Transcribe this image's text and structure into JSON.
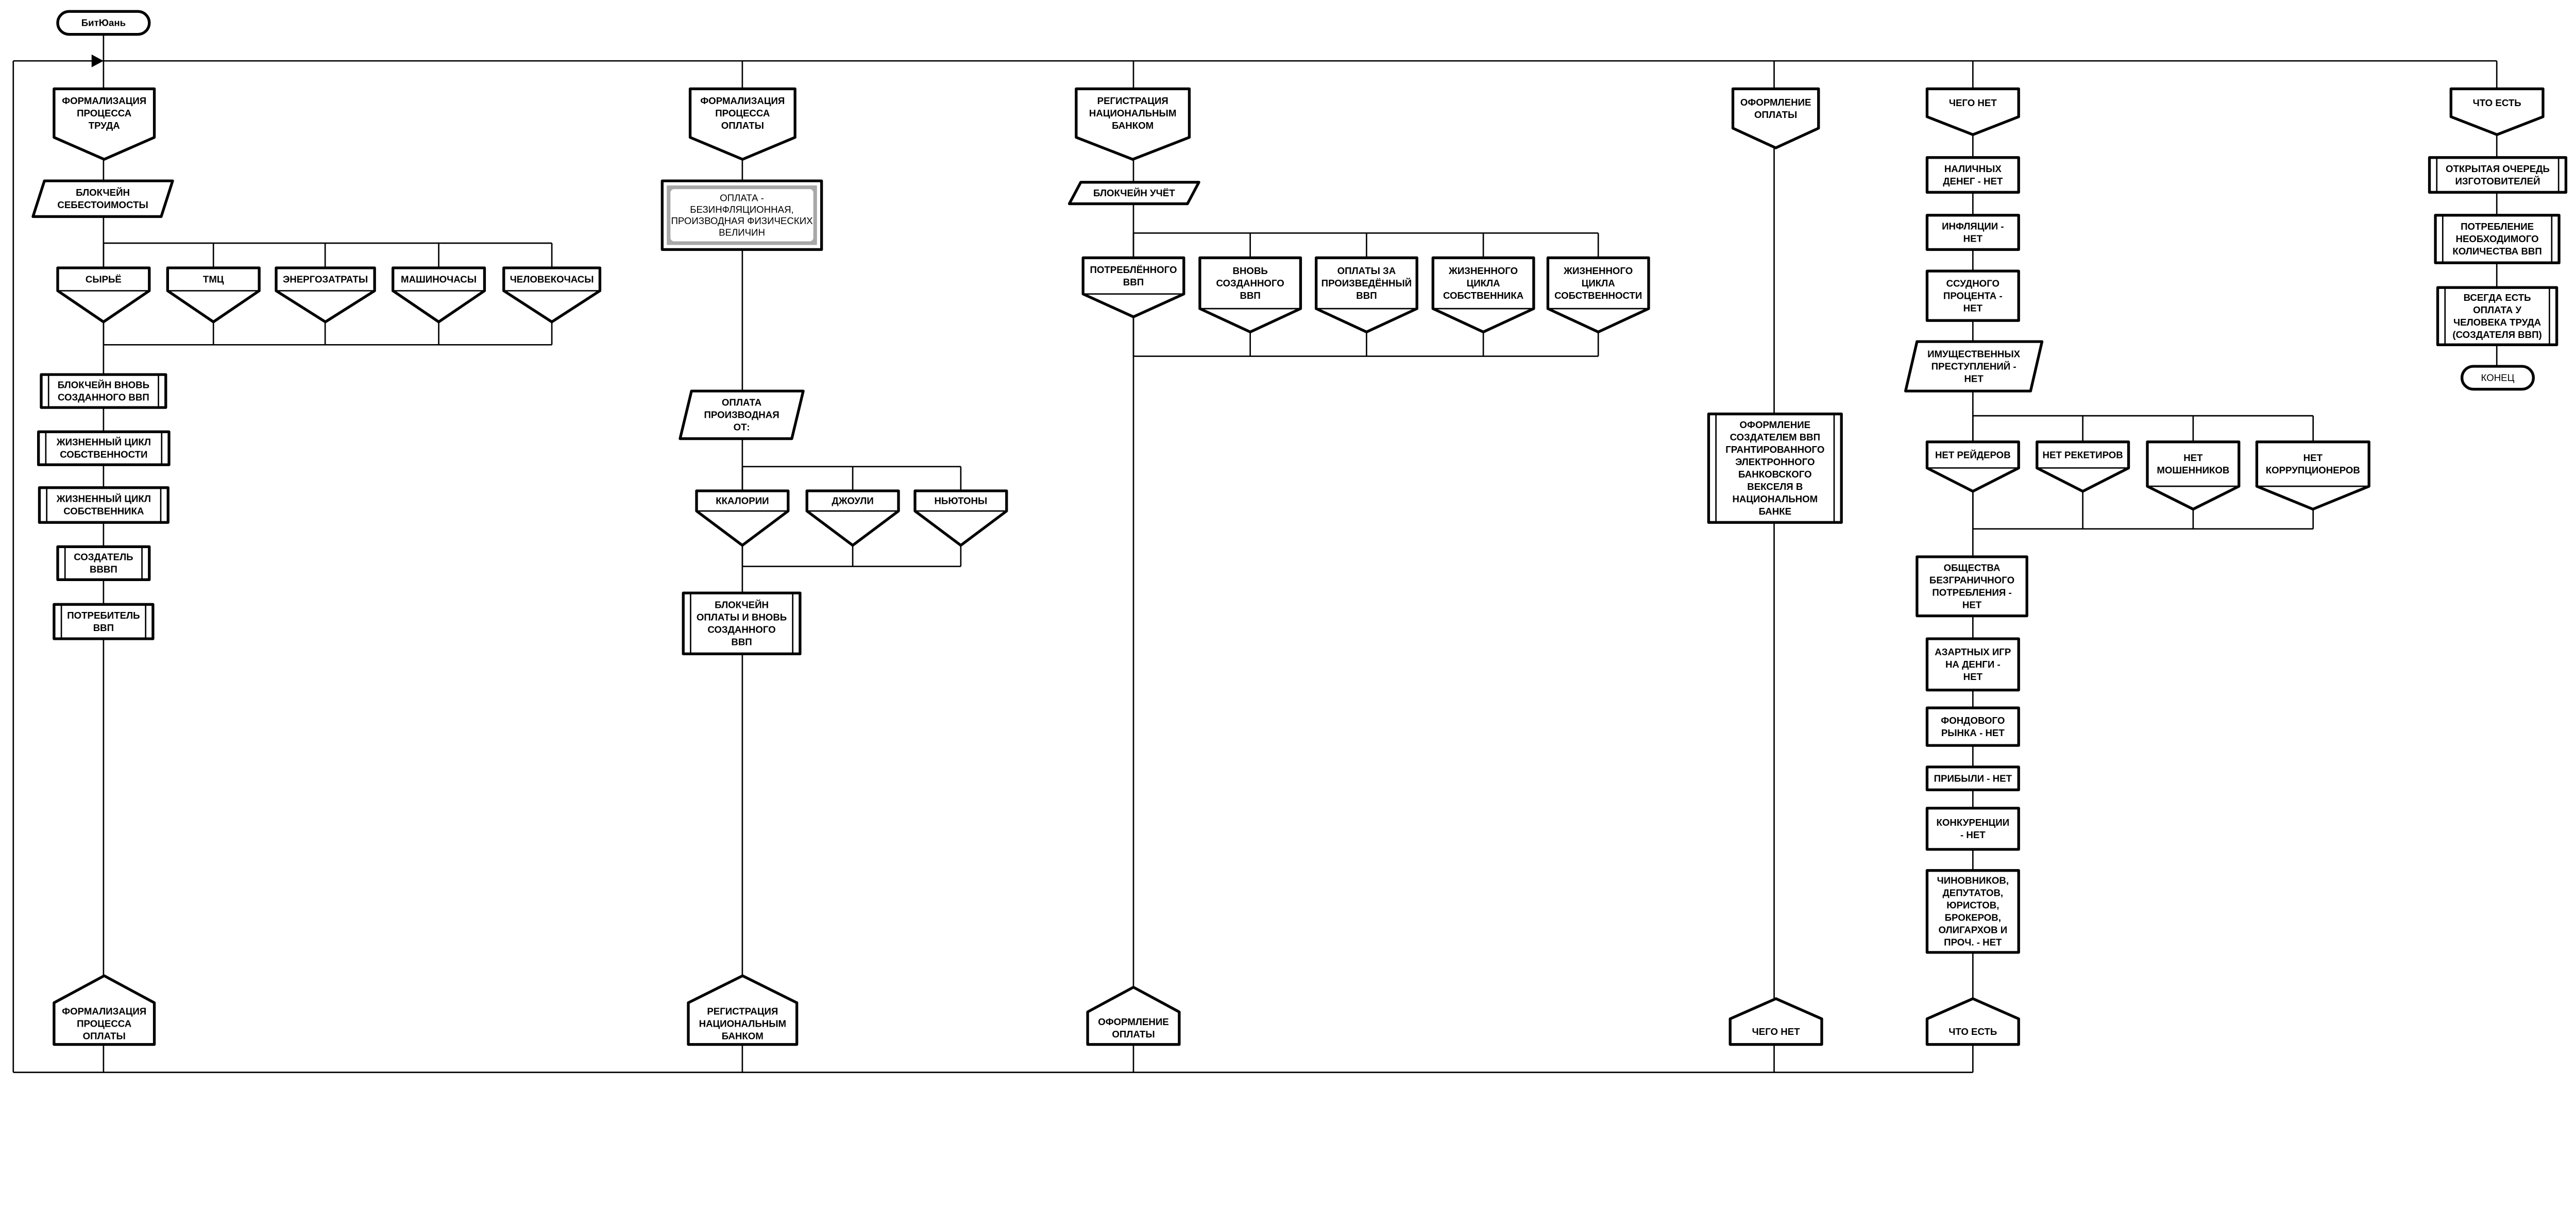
{
  "diagram": {
    "nodes": {
      "start": [
        "БитЮань"
      ],
      "c1_header": [
        "ФОРМАЛИЗАЦИЯ",
        "ПРОЦЕССА",
        "ТРУДА"
      ],
      "c1_io": [
        "БЛОКЧЕЙН",
        "СЕБЕСТОИМОСТЫ"
      ],
      "c1_case1": [
        "СЫРЬЁ"
      ],
      "c1_case2": [
        "ТМЦ"
      ],
      "c1_case3": [
        "ЭНЕРГОЗАТРАТЫ"
      ],
      "c1_case4": [
        "МАШИНОЧАСЫ"
      ],
      "c1_case5": [
        "ЧЕЛОВЕКОЧАСЫ"
      ],
      "c1_ins1": [
        "БЛОКЧЕЙН ВНОВЬ",
        "СОЗДАННОГО ВВП"
      ],
      "c1_ins2": [
        "ЖИЗНЕННЫЙ ЦИКЛ",
        "СОБСТВЕННОСТИ"
      ],
      "c1_ins3": [
        "ЖИЗНЕННЫЙ ЦИКЛ",
        "СОБСТВЕННИКА"
      ],
      "c1_ins4": [
        "СОЗДАТЕЛЬ",
        "ВВВП"
      ],
      "c1_ins5": [
        "ПОТРЕБИТЕЛЬ",
        "ВВП"
      ],
      "c1_address": [
        "ФОРМАЛИЗАЦИЯ",
        "ПРОЦЕССА",
        "ОПЛАТЫ"
      ],
      "c2_header": [
        "ФОРМАЛИЗАЦИЯ",
        "ПРОЦЕССА",
        "ОПЛАТЫ"
      ],
      "c2_comment": [
        "ОПЛАТА -",
        "БЕЗИНФЛЯЦИОННАЯ,",
        "ПРОИЗВОДНАЯ ФИЗИЧЕСКИХ",
        "ВЕЛИЧИН"
      ],
      "c2_io": [
        "ОПЛАТА",
        "ПРОИЗВОДНАЯ",
        "ОТ:"
      ],
      "c2_case1": [
        "ККАЛОРИИ"
      ],
      "c2_case2": [
        "ДЖОУЛИ"
      ],
      "c2_case3": [
        "НЬЮТОНЫ"
      ],
      "c2_ins1": [
        "БЛОКЧЕЙН",
        "ОПЛАТЫ И ВНОВЬ",
        "СОЗДАННОГО",
        "ВВП"
      ],
      "c2_address": [
        "РЕГИСТРАЦИЯ",
        "НАЦИОНАЛЬНЫМ",
        "БАНКОМ"
      ],
      "c3_header": [
        "РЕГИСТРАЦИЯ",
        "НАЦИОНАЛЬНЫМ",
        "БАНКОМ"
      ],
      "c3_io": [
        "БЛОКЧЕЙН УЧЁТ"
      ],
      "c3_case1": [
        "ПОТРЕБЛЁННОГО",
        "ВВП"
      ],
      "c3_case2": [
        "ВНОВЬ",
        "СОЗДАННОГО",
        "ВВП"
      ],
      "c3_case3": [
        "ОПЛАТЫ ЗА",
        "ПРОИЗВЕДЁННЫЙ",
        "ВВП"
      ],
      "c3_case4": [
        "ЖИЗНЕННОГО",
        "ЦИКЛА",
        "СОБСТВЕННИКА"
      ],
      "c3_case5": [
        "ЖИЗНЕННОГО",
        "ЦИКЛА",
        "СОБСТВЕННОСТИ"
      ],
      "c3_address": [
        "ОФОРМЛЕНИЕ",
        "ОПЛАТЫ"
      ],
      "c4_header": [
        "ОФОРМЛЕНИЕ",
        "ОПЛАТЫ"
      ],
      "c4_ins1": [
        "ОФОРМЛЕНИЕ",
        "СОЗДАТЕЛЕМ ВВП",
        "ГРАНТИРОВАННОГО",
        "ЭЛЕКТРОННОГО",
        "БАНКОВСКОГО",
        "ВЕКСЕЛЯ В",
        "НАЦИОНАЛЬНОМ",
        "БАНКЕ"
      ],
      "c4_address": [
        "ЧЕГО НЕТ"
      ],
      "c5_header": [
        "ЧЕГО НЕТ"
      ],
      "c5_act1": [
        "НАЛИЧНЫХ",
        "ДЕНЕГ - НЕТ"
      ],
      "c5_act2": [
        "ИНФЛЯЦИИ -",
        "НЕТ"
      ],
      "c5_act3": [
        "ССУДНОГО",
        "ПРОЦЕНТА -",
        "НЕТ"
      ],
      "c5_io": [
        "ИМУЩЕСТВЕННЫХ",
        "ПРЕСТУПЛЕНИЙ -",
        "НЕТ"
      ],
      "c5_case1": [
        "НЕТ РЕЙДЕРОВ"
      ],
      "c5_case2": [
        "НЕТ РЕКЕТИРОВ"
      ],
      "c5_case3": [
        "НЕТ",
        "МОШЕННИКОВ"
      ],
      "c5_case4": [
        "НЕТ",
        "КОРРУПЦИОНЕРОВ"
      ],
      "c5_act4": [
        "ОБЩЕСТВА",
        "БЕЗГРАНИЧНОГО",
        "ПОТРЕБЛЕНИЯ -",
        "НЕТ"
      ],
      "c5_act5": [
        "АЗАРТНЫХ ИГР",
        "НА ДЕНГИ -",
        "НЕТ"
      ],
      "c5_act6": [
        "ФОНДОВОГО",
        "РЫНКА - НЕТ"
      ],
      "c5_act7": [
        "ПРИБЫЛИ - НЕТ"
      ],
      "c5_act8": [
        "КОНКУРЕНЦИИ",
        "- НЕТ"
      ],
      "c5_act9": [
        "ЧИНОВНИКОВ,",
        "ДЕПУТАТОВ,",
        "ЮРИСТОВ,",
        "БРОКЕРОВ,",
        "ОЛИГАРХОВ И",
        "ПРОЧ. - НЕТ"
      ],
      "c5_address": [
        "ЧТО ЕСТЬ"
      ],
      "c6_header": [
        "ЧТО ЕСТЬ"
      ],
      "c6_ins1": [
        "ОТКРЫТАЯ ОЧЕРЕДЬ",
        "ИЗГОТОВИТЕЛЕЙ"
      ],
      "c6_ins2": [
        "ПОТРЕБЛЕНИЕ",
        "НЕОБХОДИМОГО",
        "КОЛИЧЕСТВА ВВП"
      ],
      "c6_ins3": [
        "ВСЕГДА ЕСТЬ",
        "ОПЛАТА У",
        "ЧЕЛОВЕКА ТРУДА",
        "(СОЗДАТЕЛЯ ВВП)"
      ],
      "end": [
        "КОНЕЦ"
      ]
    }
  }
}
